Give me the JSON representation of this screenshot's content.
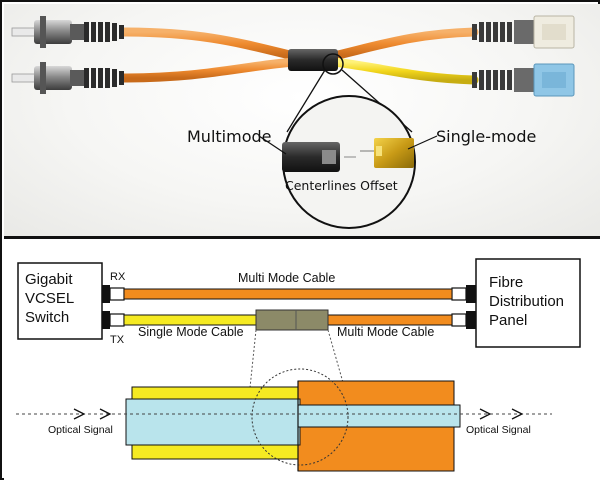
{
  "top_panel": {
    "label_multimode": "Multimode",
    "label_singlemode": "Single-mode",
    "label_offset": "Centerlines Offset"
  },
  "bottom_panel": {
    "switch_box": [
      "Gigabit",
      "VCSEL",
      "Switch"
    ],
    "panel_box": [
      "Fibre",
      "Distribution",
      "Panel"
    ],
    "rx_label": "RX",
    "tx_label": "TX",
    "cable_top_label": "Multi Mode Cable",
    "cable_single_label": "Single Mode Cable",
    "cable_multi_label": "Multi Mode Cable",
    "signal_left": "Optical Signal",
    "signal_right": "Optical Signal"
  },
  "colors": {
    "orange": "#f28c1e",
    "yellow": "#f5ea22",
    "core_blue": "#b9e4ec",
    "sc_blue": "#8fc6e6",
    "sc_cream": "#efece0"
  }
}
